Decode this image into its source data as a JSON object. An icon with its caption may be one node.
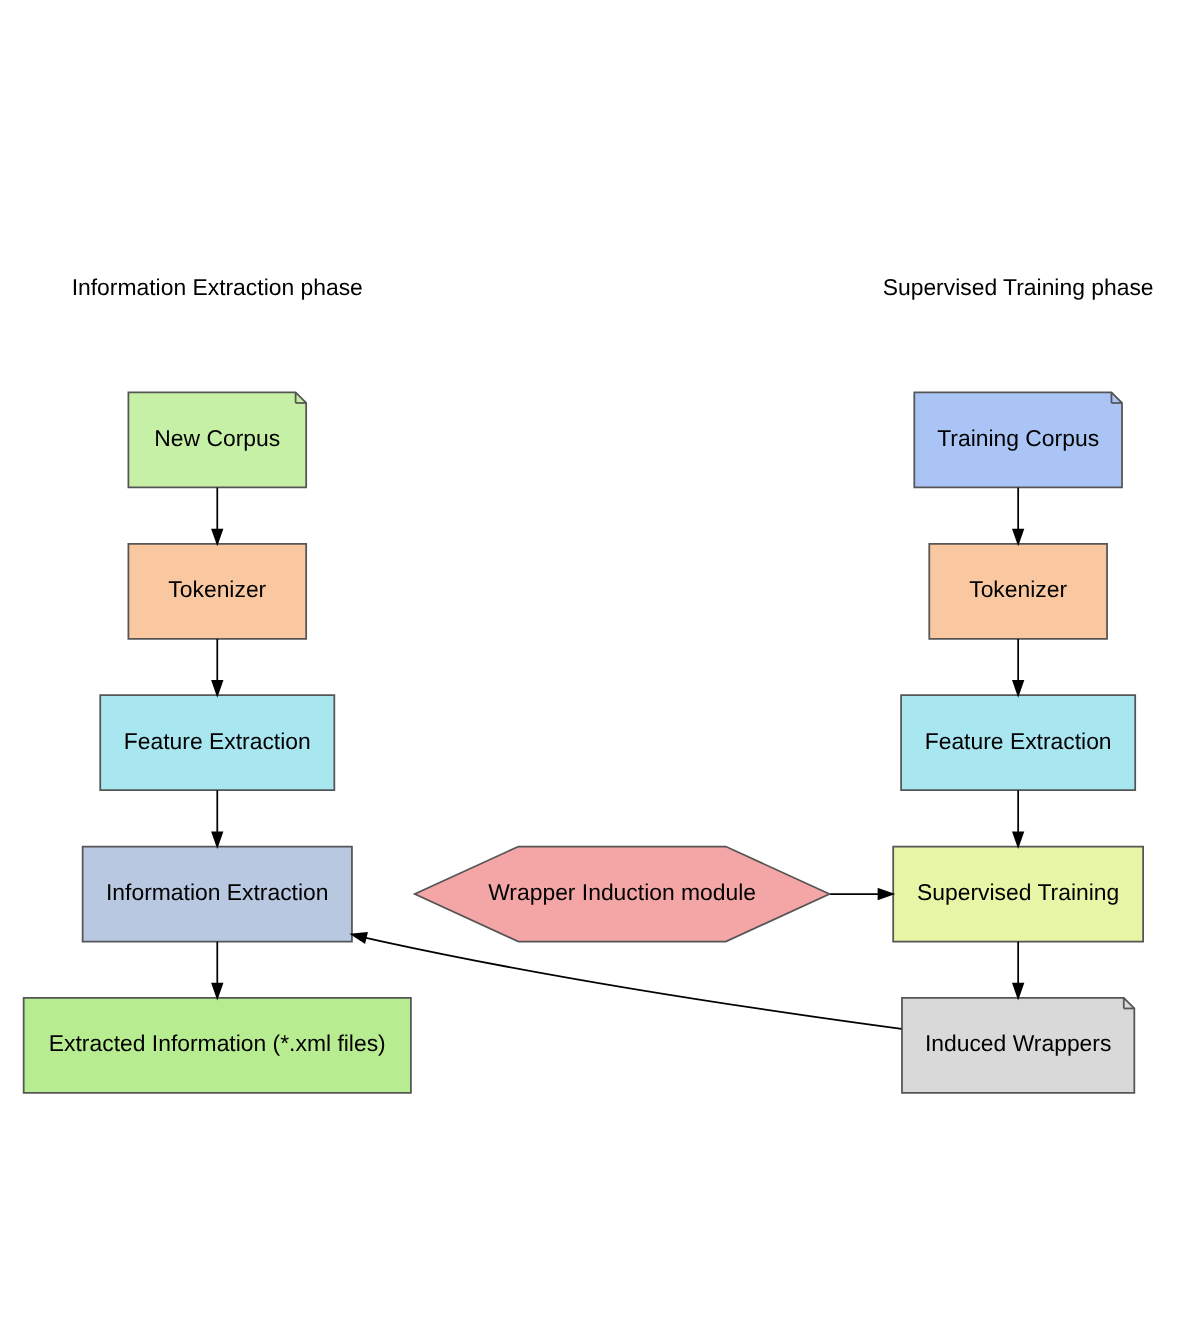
{
  "diagram": {
    "nodes": [
      {
        "text": [
          "Training Corpus"
        ]
      },
      {
        "text": [
          "Tokenizer"
        ]
      },
      {
        "text": [
          "Feature Extraction"
        ]
      },
      {
        "text": [
          "Wrapper Induction module"
        ]
      },
      {
        "text": [
          "Supervised Training"
        ]
      },
      {
        "text": [
          "Induced Wrappers"
        ]
      },
      {
        "text": [
          "New Corpus"
        ]
      },
      {
        "text": [
          "Tokenizer"
        ]
      },
      {
        "text": [
          "Feature Extraction"
        ]
      },
      {
        "text": [
          "Information Extraction"
        ]
      },
      {
        "text": [
          "Extracted Information (*.xml files)"
        ]
      }
    ],
    "edges": [
      {
        "from": 0,
        "to": 1,
        "arrow": "to"
      },
      {
        "from": 1,
        "to": 2,
        "arrow": "to"
      },
      {
        "from": 2,
        "to": 4,
        "arrow": "to"
      },
      {
        "from": 3,
        "to": 4,
        "arrow": "to"
      },
      {
        "from": 4,
        "to": 5,
        "arrow": "to"
      },
      {
        "from": 5,
        "to": 9,
        "arrow": "to"
      },
      {
        "from": 6,
        "to": 7,
        "arrow": "to"
      },
      {
        "from": 7,
        "to": 8,
        "arrow": "to"
      },
      {
        "from": 8,
        "to": 9,
        "arrow": "to"
      },
      {
        "from": 9,
        "to": 10,
        "arrow": "to"
      }
    ],
    "labels": [
      "Supervised Training phase",
      "Information Extraction phase"
    ]
  }
}
